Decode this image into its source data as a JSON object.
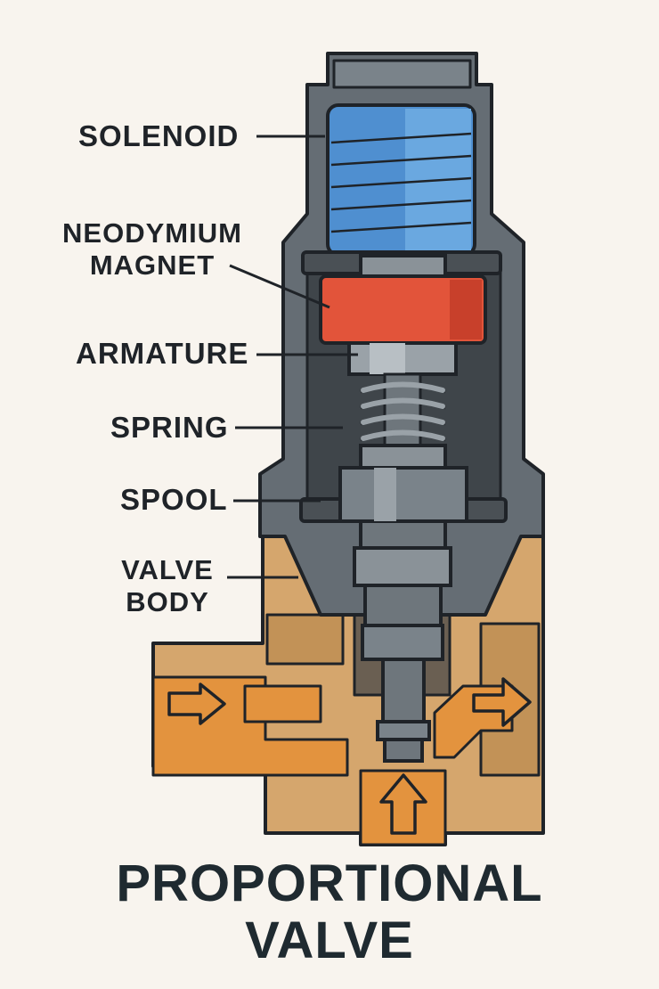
{
  "title": {
    "line1": "PROPORTIONAL",
    "line2": "VALVE"
  },
  "labels": {
    "solenoid": "SOLENOID",
    "magnet_line1": "NEODYMIUM",
    "magnet_line2": "MAGNET",
    "armature": "ARMATURE",
    "spring": "SPRING",
    "spool": "SPOOL",
    "valve_body_line1": "VALVE",
    "valve_body_line2": "BODY"
  },
  "colors": {
    "background": "#f8f4ee",
    "housing": "#656d74",
    "coil": "#4f8fd0",
    "magnet": "#e2543a",
    "valve_body": "#d5a66d",
    "flow": "#e3933e",
    "outline": "#1f2328"
  },
  "flow_arrows": [
    "arrow-right-icon",
    "arrow-right-icon",
    "arrow-up-icon"
  ]
}
